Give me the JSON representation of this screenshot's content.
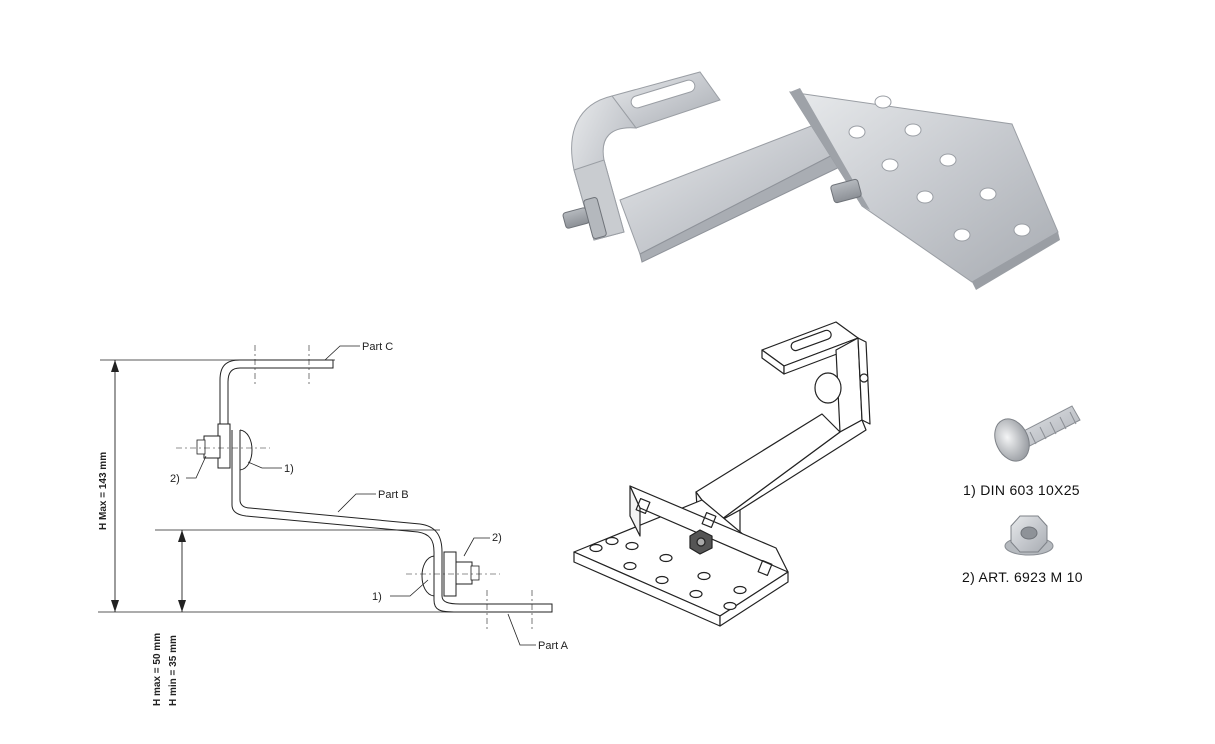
{
  "drawing": {
    "part_c": "Part C",
    "part_b": "Part B",
    "part_a": "Part A",
    "marker_1": "1)",
    "marker_2": "2)",
    "h_max_total": "H Max = 143 mm",
    "h_max": "H max = 50 mm",
    "h_min": "H min = 35 mm"
  },
  "hardware": {
    "bolt_caption": "1) DIN 603  10X25",
    "nut_caption": "2) ART. 6923 M 10"
  },
  "colors": {
    "steel_light": "#dcdee1",
    "steel_mid": "#b9bcc1",
    "steel_dark": "#8e9298",
    "line": "#222222"
  }
}
